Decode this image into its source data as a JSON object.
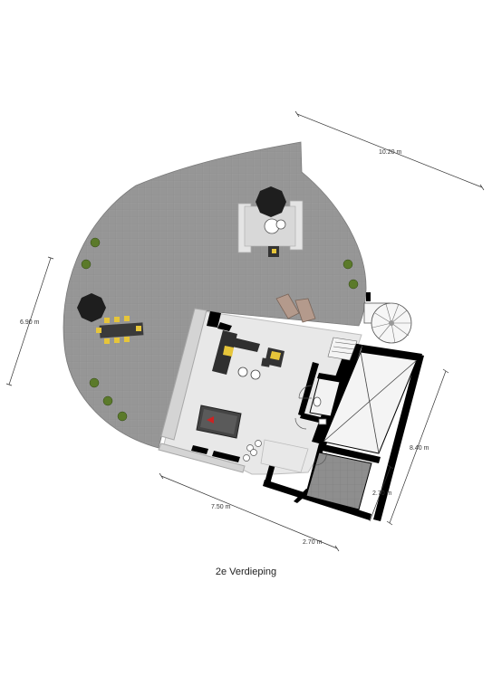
{
  "floor": {
    "title": "2e Verdieping"
  },
  "dimensions": {
    "top_width": "10.20 m",
    "left_depth": "6.90 m",
    "right_depth": "8.40 m",
    "right_small": "2.70 m",
    "bottom_width": "7.50 m",
    "bottom_small": "2.70 m"
  },
  "colors": {
    "terrace": "#9a9a9a",
    "terrace_tile": "#8d8d8d",
    "wall": "#000000",
    "interior_floor": "#e6e6e6",
    "glass": "#d9d9d9",
    "accent_yellow": "#e6c53a",
    "plant_green": "#5b7a2a",
    "dark_room": "#8a8a8a"
  }
}
